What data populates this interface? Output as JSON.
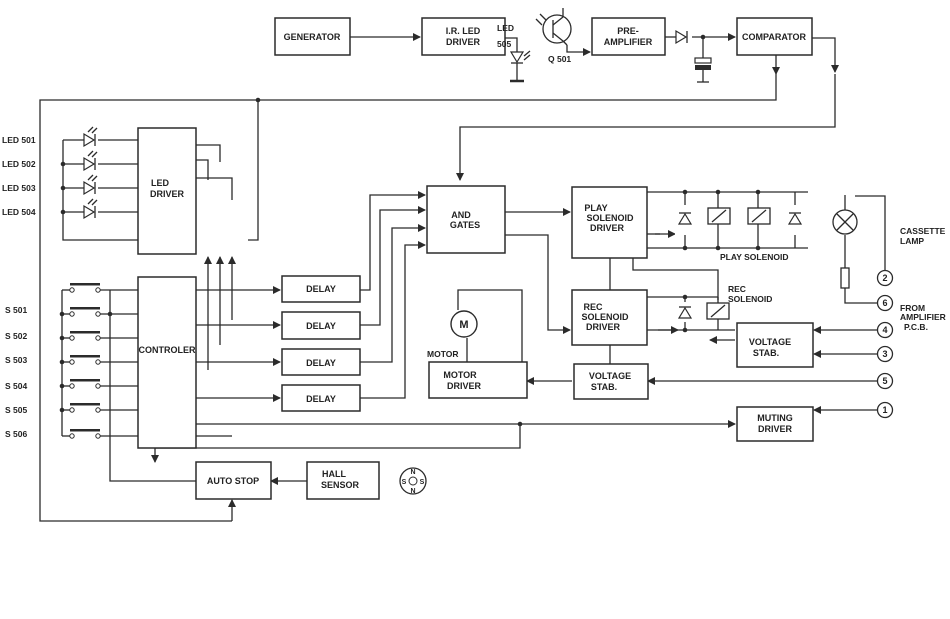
{
  "blocks": {
    "generator": "GENERATOR",
    "ir_led_driver": [
      "I.R. LED",
      "DRIVER"
    ],
    "pre_amplifier": [
      "PRE-",
      "AMPLIFIER"
    ],
    "comparator": "COMPARATOR",
    "led_driver": [
      "LED",
      "DRIVER"
    ],
    "controler": "CONTROLER",
    "delay": "DELAY",
    "and_gates": [
      "AND",
      "GATES"
    ],
    "play_solenoid_driver": [
      "PLAY",
      "SOLENOID",
      "DRIVER"
    ],
    "rec_solenoid_driver": [
      "REC",
      "SOLENOID",
      "DRIVER"
    ],
    "voltage_stab_1": [
      "VOLTAGE",
      "STAB."
    ],
    "voltage_stab_2": [
      "VOLTAGE",
      "STAB."
    ],
    "motor_driver": [
      "MOTOR",
      "DRIVER"
    ],
    "muting_driver": [
      "MUTING",
      "DRIVER"
    ],
    "auto_stop": "AUTO STOP",
    "hall_sensor": [
      "HALL",
      "SENSOR"
    ]
  },
  "labels": {
    "led_505": [
      "LED",
      "505"
    ],
    "q501": "Q 501",
    "motor": "MOTOR",
    "motor_symbol": "M",
    "play_solenoid": "PLAY SOLENOID",
    "rec_solenoid": [
      "REC",
      "SOLENOID"
    ],
    "cassette_lamp": [
      "CASSETTE",
      "LAMP"
    ],
    "from_amplifier": [
      "FROM",
      "AMPLIFIER",
      "P.C.B."
    ],
    "magnet": [
      "N",
      "S",
      "S",
      "N"
    ]
  },
  "leds": [
    "LED 501",
    "LED 502",
    "LED 503",
    "LED 504"
  ],
  "switches": [
    "S 501",
    "S 502",
    "S 503",
    "S 504",
    "S 505",
    "S 506"
  ],
  "connectors": [
    "2",
    "6",
    "4",
    "3",
    "5",
    "1"
  ]
}
